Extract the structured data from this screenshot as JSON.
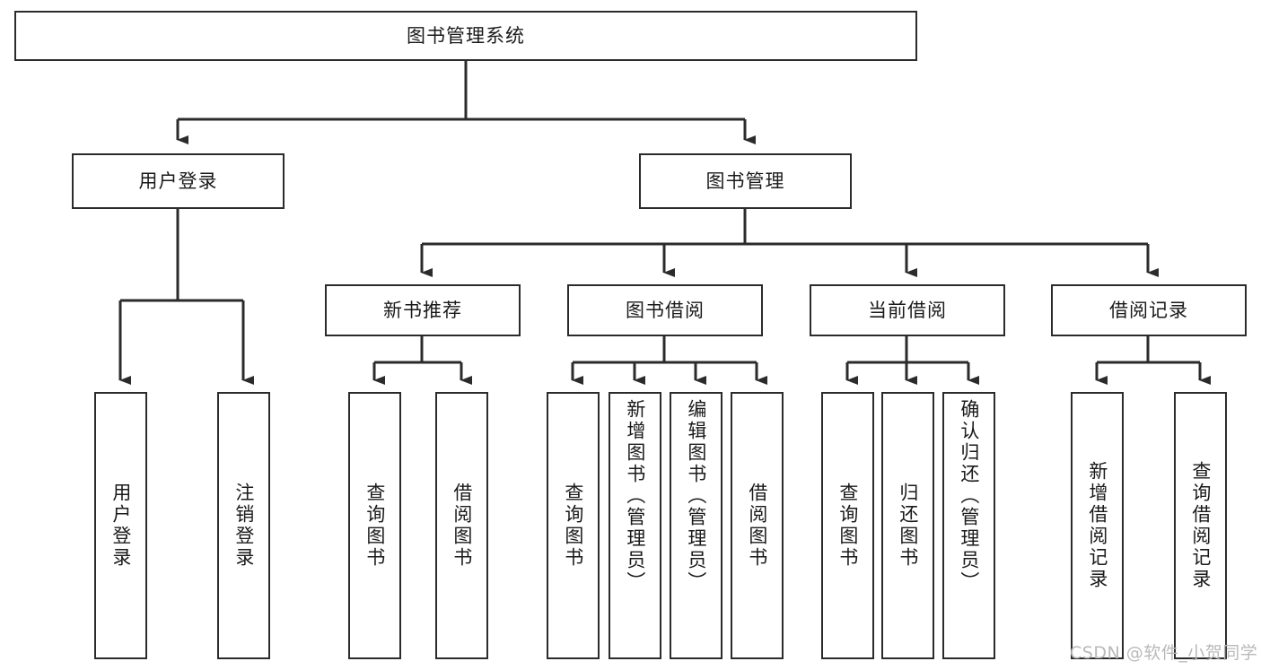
{
  "diagram": {
    "type": "hierarchy-tree",
    "title": "图书管理系统",
    "background_color": "#ffffff",
    "stroke_color": "#2b2b2b",
    "text_color": "#1a1a1a",
    "root": {
      "label": "图书管理系统"
    },
    "level2": [
      {
        "label": "用户登录"
      },
      {
        "label": "图书管理"
      }
    ],
    "level3": [
      {
        "label": "新书推荐"
      },
      {
        "label": "图书借阅"
      },
      {
        "label": "当前借阅"
      },
      {
        "label": "借阅记录"
      }
    ],
    "leaves": {
      "user_login": [
        {
          "label": "用户登录"
        },
        {
          "label": "注销登录"
        }
      ],
      "new_book_recommend": [
        {
          "label": "查询图书"
        },
        {
          "label": "借阅图书"
        }
      ],
      "book_borrow": [
        {
          "label": "查询图书"
        },
        {
          "label": "新增图书（管理员）"
        },
        {
          "label": "编辑图书（管理员）"
        },
        {
          "label": "借阅图书"
        }
      ],
      "current_borrow": [
        {
          "label": "查询图书"
        },
        {
          "label": "归还图书"
        },
        {
          "label": "确认归还（管理员）"
        }
      ],
      "borrow_record": [
        {
          "label": "新增借阅记录"
        },
        {
          "label": "查询借阅记录"
        }
      ]
    }
  },
  "watermark": {
    "text": "CSDN @软件_小贺同学",
    "color": "#b9b9b9"
  }
}
